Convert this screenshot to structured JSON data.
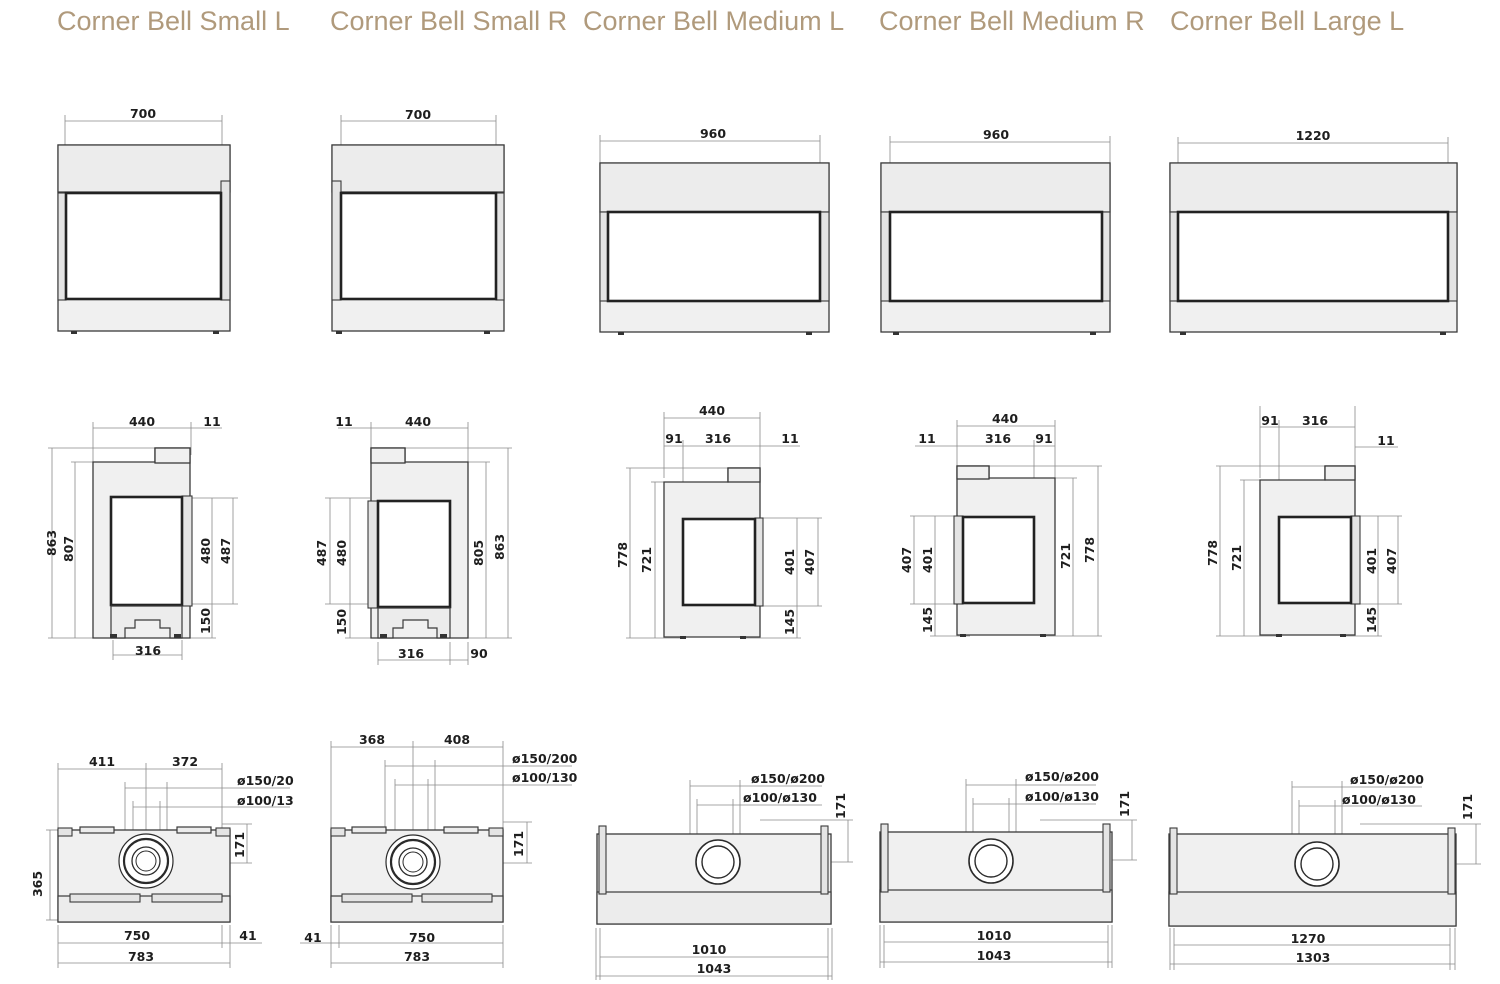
{
  "models": [
    {
      "title": "Corner Bell Small L",
      "front": {
        "width": "700"
      },
      "side": {
        "top": "440",
        "top_small": "11",
        "height_outer": "863",
        "height_inner": "807",
        "window_in": "480",
        "window_out": "487",
        "base": "150",
        "bottom": "316"
      },
      "top": {
        "left": "411",
        "right": "372",
        "flue_outer": "ø150/20",
        "flue_inner": "ø100/13",
        "flue_depth": "171",
        "depth": "365",
        "inner_width": "750",
        "offset": "41",
        "total_width": "783"
      }
    },
    {
      "title": "Corner Bell Small R",
      "front": {
        "width": "700"
      },
      "side": {
        "top_small": "11",
        "top": "440",
        "window_out": "487",
        "window_in": "480",
        "height_inner": "805",
        "height_outer": "863",
        "base": "150",
        "bottom": "316",
        "bottom_right": "90"
      },
      "top": {
        "left": "368",
        "right": "408",
        "flue_outer": "ø150/200",
        "flue_inner": "ø100/130",
        "flue_depth": "171",
        "offset": "41",
        "inner_width": "750",
        "total_width": "783"
      }
    },
    {
      "title": "Corner Bell Medium L",
      "front": {
        "width": "960"
      },
      "side": {
        "top": "440",
        "seg_a": "91",
        "seg_b": "316",
        "top_small": "11",
        "height_outer": "778",
        "height_inner": "721",
        "window_in": "401",
        "window_out": "407",
        "base": "145"
      },
      "top": {
        "flue_outer": "ø150/ø200",
        "flue_inner": "ø100/ø130",
        "flue_depth": "171",
        "inner_width": "1010",
        "total_width": "1043"
      }
    },
    {
      "title": "Corner Bell Medium R",
      "front": {
        "width": "960"
      },
      "side": {
        "top": "440",
        "top_small": "11",
        "seg_b": "316",
        "seg_a": "91",
        "window_out": "407",
        "window_in": "401",
        "height_inner": "721",
        "height_outer": "778",
        "base": "145"
      },
      "top": {
        "flue_outer": "ø150/ø200",
        "flue_inner": "ø100/ø130",
        "flue_depth": "171",
        "inner_width": "1010",
        "total_width": "1043"
      }
    },
    {
      "title": "Corner Bell Large L",
      "front": {
        "width": "1220"
      },
      "side": {
        "seg_a": "91",
        "seg_b": "316",
        "top_small": "11",
        "height_outer": "778",
        "height_inner": "721",
        "window_in": "401",
        "window_out": "407",
        "base": "145"
      },
      "top": {
        "flue_outer": "ø150/ø200",
        "flue_inner": "ø100/ø130",
        "flue_depth": "171",
        "inner_width": "1270",
        "total_width": "1303"
      }
    }
  ]
}
